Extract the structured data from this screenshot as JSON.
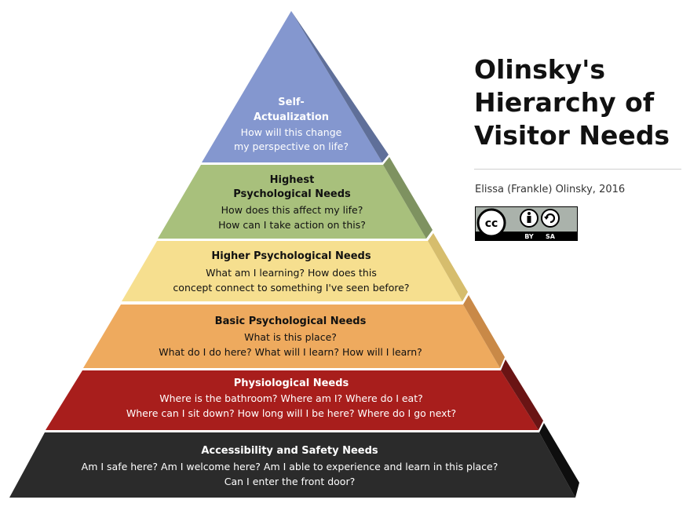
{
  "title_lines": [
    "Olinsky's",
    "Hierarchy of",
    "Visitor Needs"
  ],
  "author": "Elissa (Frankle) Olinsky, 2016",
  "license": {
    "cc": "cc",
    "by": "BY",
    "sa": "SA"
  },
  "colors": {
    "level1_front": "#8497cf",
    "level1_side": "#5f6f99",
    "level2_front": "#a8c07c",
    "level2_side": "#7e9260",
    "level3_front": "#f6df8f",
    "level3_side": "#d6bd6d",
    "level4_front": "#eeaa5e",
    "level4_side": "#c98947",
    "level5_front": "#a81e1c",
    "level5_side": "#6a1414",
    "level6_front": "#2b2b2b",
    "level6_side": "#0e0e0e"
  },
  "levels": [
    {
      "title": [
        "Self-",
        "Actualization"
      ],
      "questions": [
        "How will this change",
        "my perspective on life?"
      ]
    },
    {
      "title": [
        "Highest",
        "Psychological Needs"
      ],
      "questions": [
        "How does this affect my life?",
        "How can I take action on this?"
      ]
    },
    {
      "title": [
        "Higher Psychological Needs"
      ],
      "questions": [
        "What am I learning? How does this",
        "concept connect to something I've seen before?"
      ]
    },
    {
      "title": [
        "Basic Psychological Needs"
      ],
      "questions": [
        "What is this place?",
        "What do I do here? What will I learn? How will I learn?"
      ]
    },
    {
      "title": [
        "Physiological Needs"
      ],
      "questions": [
        "Where is the bathroom? Where am I? Where do I eat?",
        "Where can I sit down? How long will I be here? Where do I go next?"
      ]
    },
    {
      "title": [
        "Accessibility and Safety Needs"
      ],
      "questions": [
        "Am I safe here? Am I welcome here? Am I able to experience and learn in this place?",
        "Can I enter the front door?"
      ]
    }
  ]
}
